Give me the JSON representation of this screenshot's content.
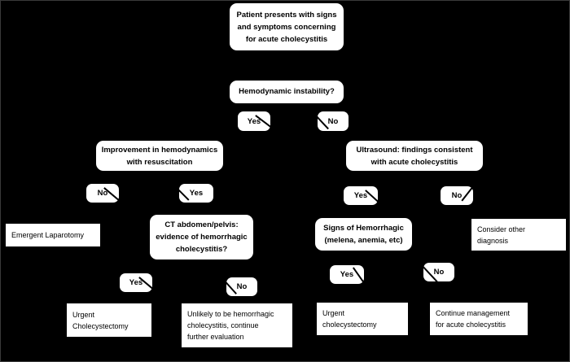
{
  "diagram": {
    "title": "Acute cholecystitis management algorithm",
    "background_color": "#000000",
    "node_fill_color": "#ffffff",
    "node_text_color": "#000000",
    "border_color": "#3a3a3a"
  },
  "nodes": {
    "presentation": {
      "shape": "rounded",
      "lines": [
        "Patient presents with signs",
        "and symptoms concerning",
        "for acute cholecystitis"
      ]
    },
    "hemodynamic_instability": {
      "shape": "rounded",
      "lines": [
        "Hemodynamic instability?"
      ]
    },
    "improvement_hemodynamics": {
      "shape": "rounded",
      "lines": [
        "Improvement in hemodynamics",
        "with resuscitation"
      ]
    },
    "ultrasound": {
      "shape": "rounded",
      "lines": [
        "Ultrasound: findings consistent",
        "with acute cholecystitis"
      ]
    },
    "emergent_laparotomy": {
      "shape": "rectangle",
      "lines": [
        "Emergent Laparotomy"
      ]
    },
    "ct_abdomen_pelvis": {
      "shape": "rounded",
      "lines": [
        "CT abdomen/pelvis:",
        "evidence of hemorrhagic",
        "cholecystitis?"
      ]
    },
    "signs_hemorrhagic": {
      "shape": "rounded",
      "lines": [
        "Signs of Hemorrhagic",
        "(melena, anemia, etc)"
      ]
    },
    "consider_other_diagnosis": {
      "shape": "rectangle",
      "lines": [
        "Consider other",
        "diagnosis"
      ]
    },
    "urgent_cholecystectomy_left": {
      "shape": "rectangle",
      "lines": [
        "Urgent",
        "Cholecystectomy"
      ]
    },
    "unlikely_hemorrhagic": {
      "shape": "rectangle",
      "lines": [
        "Unlikely to be hemorrhagic",
        "cholecystitis, continue",
        "further evaluation"
      ]
    },
    "urgent_cholecystectomy_right": {
      "shape": "rectangle",
      "lines": [
        "Urgent",
        "cholecystectomy"
      ]
    },
    "continue_management": {
      "shape": "rectangle",
      "lines": [
        "Continue management",
        "for acute cholecystitis"
      ]
    }
  },
  "edge_labels": {
    "instability_yes": "Yes",
    "instability_no": "No",
    "improvement_no": "No",
    "improvement_yes": "Yes",
    "ultrasound_yes": "Yes",
    "ultrasound_no": "No",
    "ct_yes": "Yes",
    "ct_no": "No",
    "hemorrhagic_yes": "Yes",
    "hemorrhagic_no": "No"
  }
}
